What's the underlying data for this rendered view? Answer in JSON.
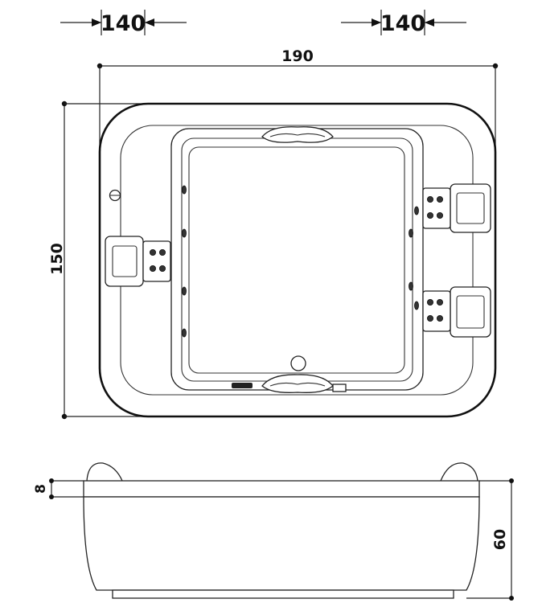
{
  "dimensions": {
    "top_left_offset": "140",
    "top_right_offset": "140",
    "overall_length": "190",
    "overall_width": "150",
    "rim_height": "8",
    "total_height": "60"
  },
  "colors": {
    "line": "#222222",
    "background": "#ffffff"
  }
}
